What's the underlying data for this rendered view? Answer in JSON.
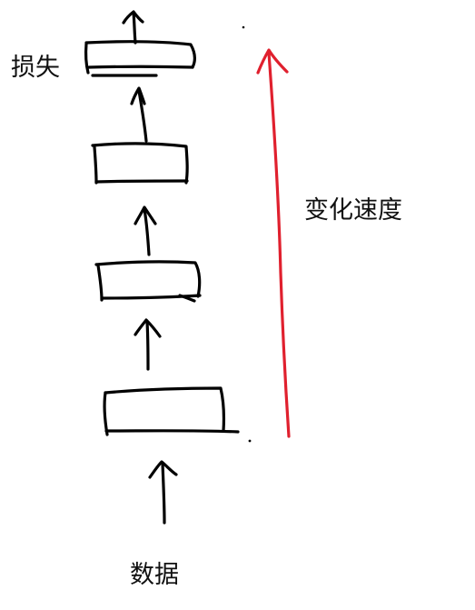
{
  "labels": {
    "loss": "损失",
    "rate_of_change": "变化速度",
    "data": "数据"
  },
  "colors": {
    "ink": "#000000",
    "accent_arrow": "#e0202e"
  },
  "diagram": {
    "layer_count": 4,
    "arrow_direction": "up"
  }
}
